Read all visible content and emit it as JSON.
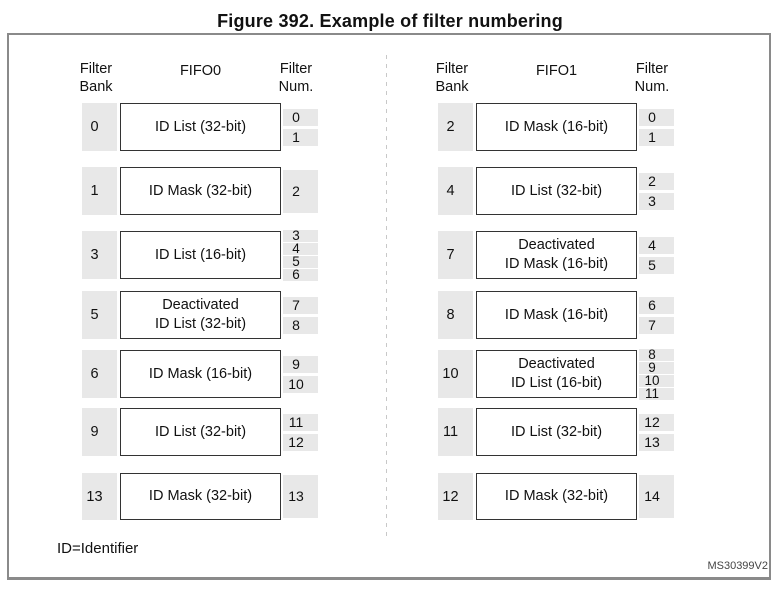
{
  "title": "Figure 392. Example of filter numbering",
  "footnote": "ID=Identifier",
  "reference_code": "MS30399V2",
  "colors": {
    "box_fill": "#e8e8e8",
    "box_border": "#333333",
    "frame_border": "#8a8a8a",
    "divider": "#c8c8c8",
    "text": "#111111"
  },
  "columns": [
    {
      "bank_header_line1": "Filter",
      "bank_header_line2": "Bank",
      "fifo_label": "FIFO0",
      "num_header_line1": "Filter",
      "num_header_line2": "Num.",
      "rows": [
        {
          "bank": "0",
          "label": [
            "ID List (32-bit)"
          ],
          "nums": [
            "0",
            "1"
          ]
        },
        {
          "bank": "1",
          "label": [
            "ID Mask (32-bit)"
          ],
          "nums": [
            "2"
          ]
        },
        {
          "bank": "3",
          "label": [
            "ID List (16-bit)"
          ],
          "nums": [
            "3",
            "4",
            "5",
            "6"
          ]
        },
        {
          "bank": "5",
          "label": [
            "Deactivated",
            "ID List (32-bit)"
          ],
          "nums": [
            "7",
            "8"
          ]
        },
        {
          "bank": "6",
          "label": [
            "ID Mask (16-bit)"
          ],
          "nums": [
            "9",
            "10"
          ]
        },
        {
          "bank": "9",
          "label": [
            "ID List (32-bit)"
          ],
          "nums": [
            "11",
            "12"
          ]
        },
        {
          "bank": "13",
          "label": [
            "ID Mask (32-bit)"
          ],
          "nums": [
            "13"
          ]
        }
      ]
    },
    {
      "bank_header_line1": "Filter",
      "bank_header_line2": "Bank",
      "fifo_label": "FIFO1",
      "num_header_line1": "Filter",
      "num_header_line2": "Num.",
      "rows": [
        {
          "bank": "2",
          "label": [
            "ID Mask (16-bit)"
          ],
          "nums": [
            "0",
            "1"
          ]
        },
        {
          "bank": "4",
          "label": [
            "ID List (32-bit)"
          ],
          "nums": [
            "2",
            "3"
          ]
        },
        {
          "bank": "7",
          "label": [
            "Deactivated",
            "ID Mask (16-bit)"
          ],
          "nums": [
            "4",
            "5"
          ]
        },
        {
          "bank": "8",
          "label": [
            "ID Mask (16-bit)"
          ],
          "nums": [
            "6",
            "7"
          ]
        },
        {
          "bank": "10",
          "label": [
            "Deactivated",
            "ID List (16-bit)"
          ],
          "nums": [
            "8",
            "9",
            "10",
            "11"
          ]
        },
        {
          "bank": "11",
          "label": [
            "ID List (32-bit)"
          ],
          "nums": [
            "12",
            "13"
          ]
        },
        {
          "bank": "12",
          "label": [
            "ID Mask (32-bit)"
          ],
          "nums": [
            "14"
          ]
        }
      ]
    }
  ]
}
